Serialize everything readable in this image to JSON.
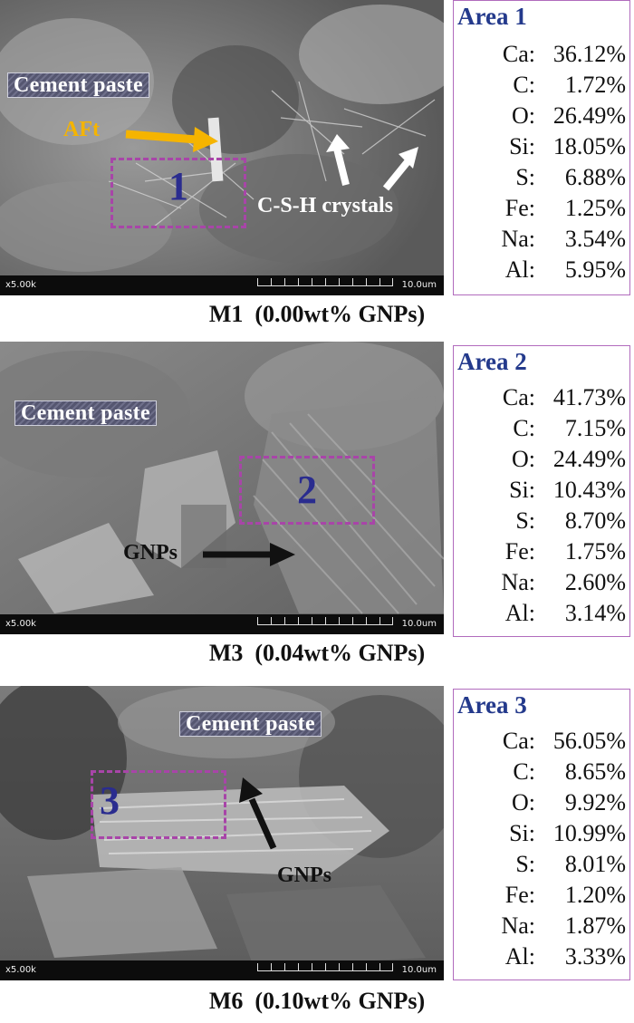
{
  "panels": [
    {
      "id": "m1",
      "caption": "M1  (0.00wt% GNPs)",
      "label": "Cement paste",
      "area_number": "1",
      "magnification": "x5.00k",
      "scale": "10.0um",
      "annotations": {
        "aft": "AFt",
        "csh": "C-S-H crystals"
      },
      "edx_title": "Area 1",
      "edx": [
        {
          "el": "Ca:",
          "val": "36.12%"
        },
        {
          "el": "C:",
          "val": "1.72%"
        },
        {
          "el": "O:",
          "val": "26.49%"
        },
        {
          "el": "Si:",
          "val": "18.05%"
        },
        {
          "el": "S:",
          "val": "6.88%"
        },
        {
          "el": "Fe:",
          "val": "1.25%"
        },
        {
          "el": "Na:",
          "val": "3.54%"
        },
        {
          "el": "Al:",
          "val": "5.95%"
        }
      ]
    },
    {
      "id": "m3",
      "caption": "M3  (0.04wt% GNPs)",
      "label": "Cement paste",
      "area_number": "2",
      "magnification": "x5.00k",
      "scale": "10.0um",
      "annotations": {
        "gnps": "GNPs"
      },
      "edx_title": "Area 2",
      "edx": [
        {
          "el": "Ca:",
          "val": "41.73%"
        },
        {
          "el": "C:",
          "val": "7.15%"
        },
        {
          "el": "O:",
          "val": "24.49%"
        },
        {
          "el": "Si:",
          "val": "10.43%"
        },
        {
          "el": "S:",
          "val": "8.70%"
        },
        {
          "el": "Fe:",
          "val": "1.75%"
        },
        {
          "el": "Na:",
          "val": "2.60%"
        },
        {
          "el": "Al:",
          "val": "3.14%"
        }
      ]
    },
    {
      "id": "m6",
      "caption": "M6  (0.10wt% GNPs)",
      "label": "Cement paste",
      "area_number": "3",
      "magnification": "x5.00k",
      "scale": "10.0um",
      "annotations": {
        "gnps": "GNPs"
      },
      "edx_title": "Area 3",
      "edx": [
        {
          "el": "Ca:",
          "val": "56.05%"
        },
        {
          "el": "C:",
          "val": "8.65%"
        },
        {
          "el": "O:",
          "val": "9.92%"
        },
        {
          "el": "Si:",
          "val": "10.99%"
        },
        {
          "el": "S:",
          "val": "8.01%"
        },
        {
          "el": "Fe:",
          "val": "1.20%"
        },
        {
          "el": "Na:",
          "val": "1.87%"
        },
        {
          "el": "Al:",
          "val": "3.33%"
        }
      ]
    }
  ],
  "colors": {
    "dashed_box": "#a845a8",
    "area_number": "#2a2c8f",
    "aft_arrow": "#f5b400",
    "csh_arrow": "#ffffff",
    "gnps_arrow": "#111111",
    "edx_title": "#243a8c",
    "edx_border": "#b16bbd"
  }
}
